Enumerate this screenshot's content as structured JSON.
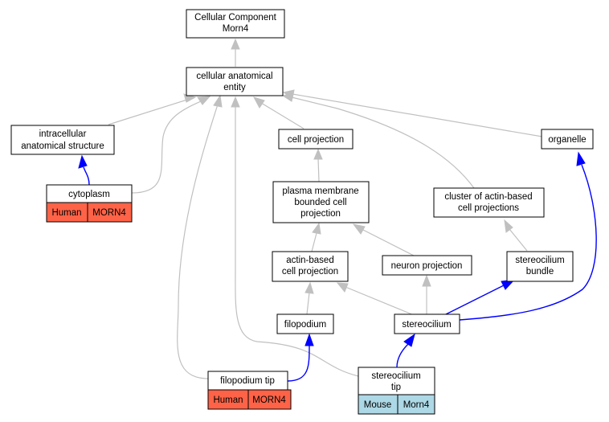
{
  "colors": {
    "human": "#ff6347",
    "mouse": "#add8e6",
    "is_a_edge": "#c0c0c0",
    "annotation_edge": "#0000ff"
  },
  "nodes": {
    "root": {
      "line1": "Cellular Component",
      "line2": "Morn4"
    },
    "cae": {
      "line1": "cellular anatomical",
      "line2": "entity"
    },
    "intracellular": {
      "line1": "intracellular",
      "line2": "anatomical structure"
    },
    "cell_projection": {
      "line1": "cell projection"
    },
    "organelle": {
      "line1": "organelle"
    },
    "cytoplasm": {
      "line1": "cytoplasm",
      "species": "Human",
      "gene": "MORN4"
    },
    "pmbcp": {
      "line1": "plasma membrane",
      "line2": "bounded cell",
      "line3": "projection"
    },
    "cluster": {
      "line1": "cluster of actin-based",
      "line2": "cell projections"
    },
    "actin_based": {
      "line1": "actin-based",
      "line2": "cell projection"
    },
    "neuron_projection": {
      "line1": "neuron projection"
    },
    "stereocilium_bundle": {
      "line1": "stereocilium",
      "line2": "bundle"
    },
    "filopodium": {
      "line1": "filopodium"
    },
    "stereocilium": {
      "line1": "stereocilium"
    },
    "filopodium_tip": {
      "line1": "filopodium tip",
      "species": "Human",
      "gene": "MORN4"
    },
    "stereocilium_tip": {
      "line1": "stereocilium",
      "line2": "tip",
      "species": "Mouse",
      "gene": "Morn4"
    }
  }
}
